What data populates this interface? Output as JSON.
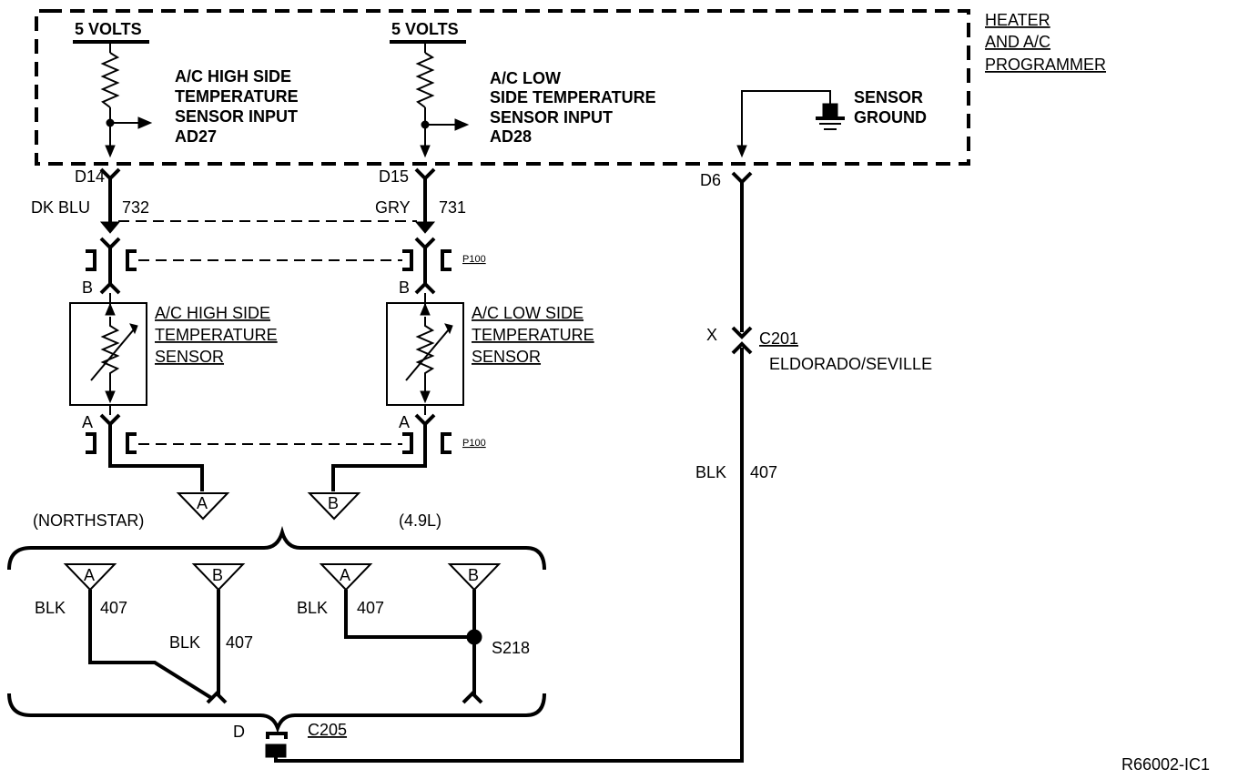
{
  "module": {
    "name_lines": [
      "HEATER",
      "AND  A/C",
      "PROGRAMMER"
    ],
    "high_side": {
      "supply": "5 VOLTS",
      "input_lines": [
        "A/C HIGH SIDE",
        "TEMPERATURE",
        "SENSOR INPUT",
        "AD27"
      ]
    },
    "low_side": {
      "supply": "5 VOLTS",
      "input_lines": [
        "A/C LOW",
        "SIDE TEMPERATURE",
        "SENSOR INPUT",
        "AD28"
      ]
    },
    "ground_lines": [
      "SENSOR",
      "GROUND"
    ]
  },
  "pins": {
    "high": "D14",
    "low": "D15",
    "ground": "D6"
  },
  "wires": {
    "high_color": "DK BLU",
    "high_circuit": "732",
    "low_color": "GRY",
    "low_circuit": "731",
    "ground_color": "BLK",
    "ground_circuit": "407"
  },
  "connectors": {
    "p100_top": "P100",
    "p100_bottom": "P100",
    "pin_b_high": "B",
    "pin_b_low": "B",
    "pin_a_high": "A",
    "pin_a_low": "A",
    "c201_pin": "X",
    "c201": "C201",
    "c201_note": "ELDORADO/SEVILLE",
    "c205_pin": "D",
    "c205": "C205"
  },
  "sensors": {
    "high_lines": [
      "A/C HIGH SIDE",
      "TEMPERATURE",
      "SENSOR"
    ],
    "low_lines": [
      "A/C LOW SIDE",
      "TEMPERATURE",
      "SENSOR"
    ]
  },
  "ground_paths": {
    "ref_a": "A",
    "ref_b": "B",
    "northstar": "(NORTHSTAR)",
    "v49": "(4.9L)",
    "ns_a_color": "BLK",
    "ns_a_circuit": "407",
    "ns_b_color": "BLK",
    "ns_b_circuit": "407",
    "v49_a_color": "BLK",
    "v49_a_circuit": "407",
    "splice": "S218"
  },
  "figure_id": "R66002-IC1"
}
